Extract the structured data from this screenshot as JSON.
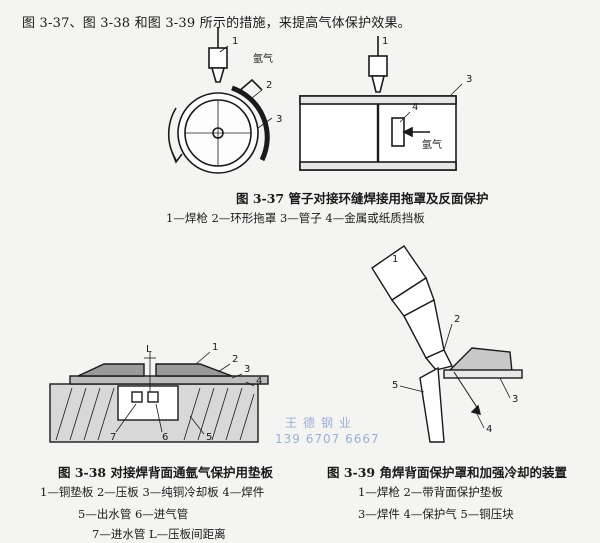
{
  "intro_text": "图 3-37、图 3-38 和图 3-39 所示的措施，来提高气体保护效果。",
  "fig37": {
    "caption": "图 3-37   管子对接环缝焊接用拖罩及反面保护",
    "legend": "1—焊枪   2—环形拖罩   3—管子   4—金属或纸质挡板",
    "labels": [
      "1",
      "2",
      "3",
      "4"
    ],
    "gas_label": "氩气"
  },
  "fig38": {
    "caption": "图 3-38   对接焊背面通氩气保护用垫板",
    "legend_line1": "1—铜垫板   2—压板   3—纯铜冷却板   4—焊件",
    "legend_line2": "5—出水管   6—进气管",
    "legend_line3": "7—进水管   L—压板间距离",
    "labels": [
      "1",
      "2",
      "3",
      "4",
      "5",
      "6",
      "7",
      "L"
    ]
  },
  "fig39": {
    "caption": "图 3-39   角焊背面保护罩和加强冷却的装置",
    "legend_line1": "1—焊枪   2—带背面保护垫板",
    "legend_line2": "3—焊件   4—保护气   5—铜压块",
    "labels": [
      "1",
      "2",
      "3",
      "4",
      "5"
    ]
  },
  "watermark": {
    "line1": "王德钢业",
    "line2": "139 6707 6667"
  }
}
